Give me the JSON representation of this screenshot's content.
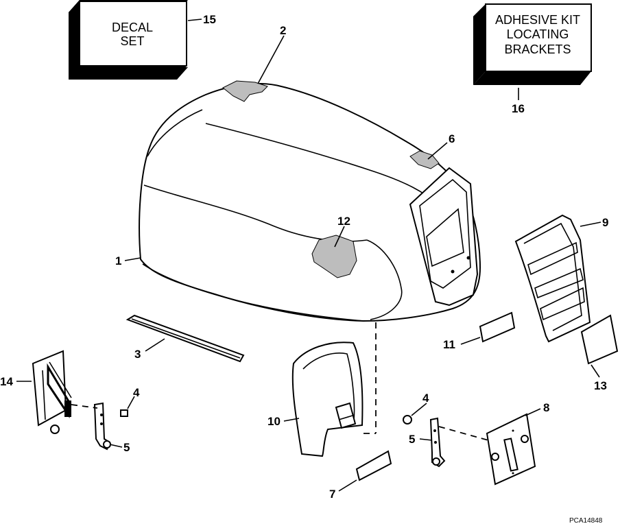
{
  "diagram": {
    "boxes": {
      "decal_set": {
        "line1": "DECAL",
        "line2": "SET"
      },
      "adhesive_kit": {
        "line1": "ADHESIVE KIT",
        "line2": "LOCATING",
        "line3": "BRACKETS"
      }
    },
    "callouts": [
      "1",
      "2",
      "3",
      "4",
      "5",
      "6",
      "7",
      "8",
      "9",
      "10",
      "11",
      "12",
      "13",
      "14",
      "15",
      "16"
    ],
    "callout_labels": {
      "c1": "1",
      "c2": "2",
      "c3": "3",
      "c4a": "4",
      "c4b": "4",
      "c5a": "5",
      "c5b": "5",
      "c6": "6",
      "c7": "7",
      "c8": "8",
      "c9": "9",
      "c10": "10",
      "c11": "11",
      "c12": "12",
      "c13": "13",
      "c14": "14",
      "c15": "15",
      "c16": "16"
    },
    "reference_code": "PCA14848"
  }
}
